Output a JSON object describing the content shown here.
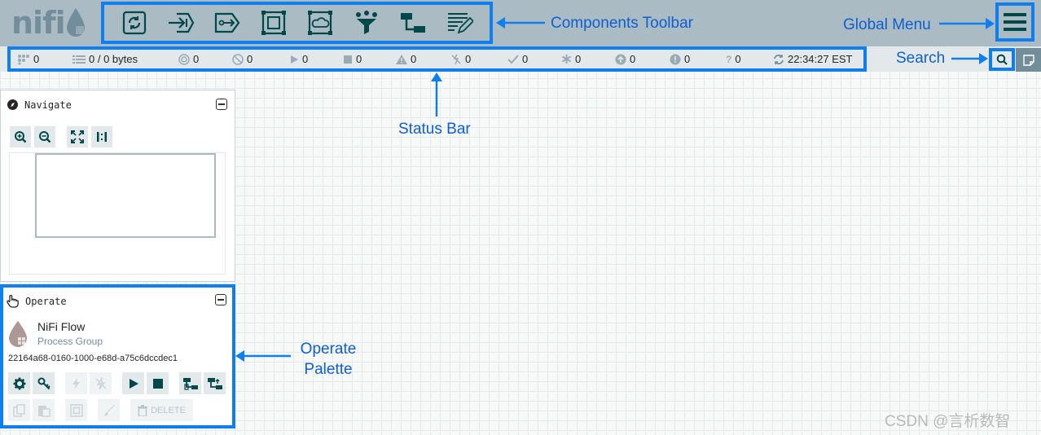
{
  "header": {
    "logo_text": "nifi",
    "toolbar_items": [
      "processor-icon",
      "input-port-icon",
      "output-port-icon",
      "process-group-icon",
      "remote-process-group-icon",
      "funnel-icon",
      "template-icon",
      "label-icon"
    ]
  },
  "status": {
    "threads": "0",
    "queued": "0 / 0 bytes",
    "transmitting": "0",
    "not_transmitting": "0",
    "running": "0",
    "stopped": "0",
    "invalid": "0",
    "disabled": "0",
    "up_to_date": "0",
    "locally_modified": "0",
    "stale": "0",
    "locally_modified_stale": "0",
    "sync_failure": "0",
    "last_refreshed": "22:34:27 EST"
  },
  "annotations": {
    "components_toolbar": "Components Toolbar",
    "global_menu": "Global Menu",
    "search": "Search",
    "status_bar": "Status Bar",
    "operate_palette_line1": "Operate",
    "operate_palette_line2": "Palette"
  },
  "navigate": {
    "title": "Navigate"
  },
  "operate": {
    "title": "Operate",
    "name": "NiFi Flow",
    "type": "Process Group",
    "id": "22164a68-0160-1000-e68d-a75c6dccdec1",
    "delete_label": "DELETE"
  },
  "watermark": "CSDN @言析数智",
  "colors": {
    "accent": "#0f7ff0",
    "header": "#aabbc3",
    "toolbar_icon": "#004849"
  }
}
